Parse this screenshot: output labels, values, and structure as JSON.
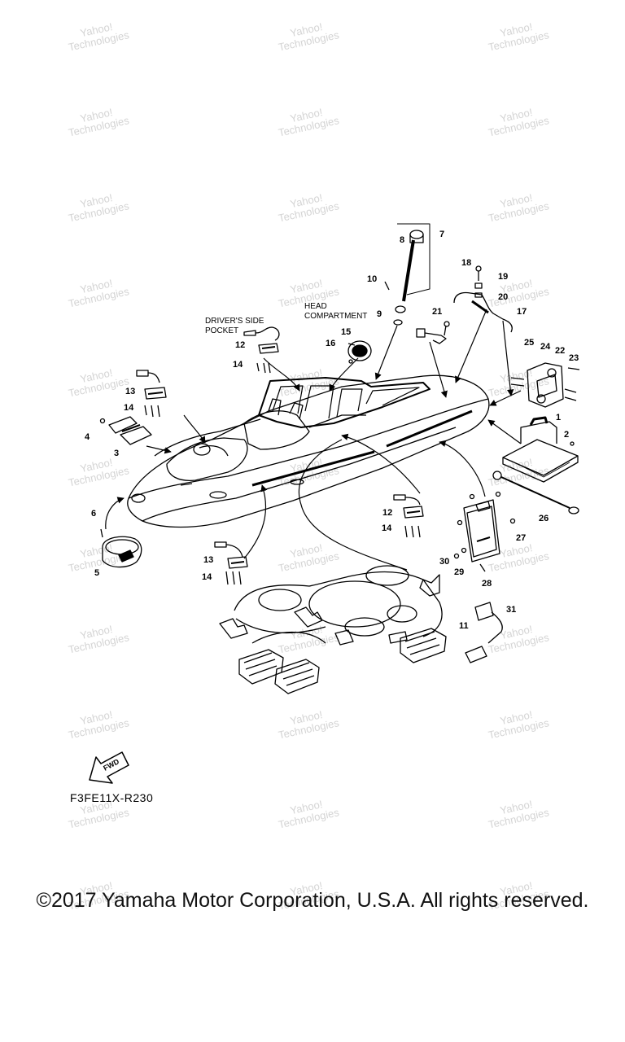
{
  "watermark": {
    "text_line1": "Yahoo!",
    "text_line2": "Technologies"
  },
  "diagram_code": "F3FE11X-R230",
  "copyright": "©2017 Yamaha Motor Corporation, U.S.A. All rights reserved.",
  "labels": {
    "drivers_side_pocket_line1": "DRIVER'S SIDE",
    "drivers_side_pocket_line2": "POCKET",
    "head_compartment_line1": "HEAD",
    "head_compartment_line2": "COMPARTMENT",
    "fwd": "FWD"
  },
  "callouts": [
    "1",
    "2",
    "3",
    "4",
    "5",
    "6",
    "7",
    "8",
    "9",
    "10",
    "11",
    "12",
    "13",
    "14",
    "15",
    "16",
    "17",
    "18",
    "19",
    "20",
    "21",
    "22",
    "23",
    "24",
    "25",
    "26",
    "27",
    "28",
    "29",
    "30",
    "31"
  ]
}
